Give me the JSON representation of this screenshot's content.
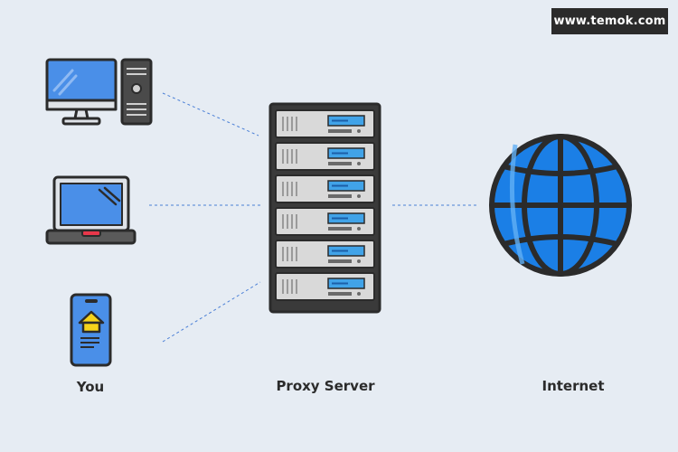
{
  "watermark": {
    "text": "www.temok.com"
  },
  "nodes": {
    "you": {
      "label": "You"
    },
    "proxy": {
      "label": "Proxy Server"
    },
    "internet": {
      "label": "Internet"
    }
  },
  "colors": {
    "background": "#e6ecf3",
    "outline": "#2b2b2b",
    "screen_blue": "#4a8fe8",
    "globe_blue": "#1b7fe6",
    "server_panel": "#d9d9d9",
    "server_display": "#41a3e8",
    "dashed_line": "#4a7fd6",
    "home_icon": "#f5d31b",
    "laptop_led": "#e8374a"
  }
}
